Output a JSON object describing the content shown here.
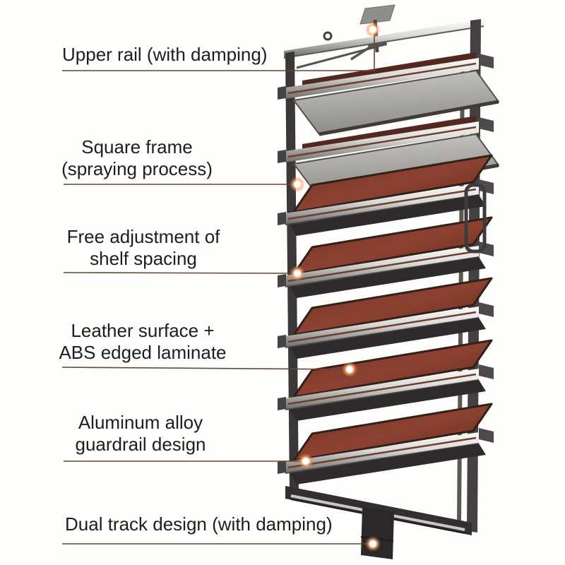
{
  "figure": {
    "type": "annotated-product-diagram",
    "subject": "rotating shoe rack with tilted shelves"
  },
  "colors": {
    "background": "#fdfdfc",
    "label_text": "#1e1e1e",
    "leader_line": "#6a4436",
    "dot_glow": "#ff9650",
    "dot_core": "#ffffff",
    "leather_shelf": "#8d4231",
    "laminate_gray": "#b9b8b3",
    "metal_bar": "#d8d6d2",
    "frame": "#3b3738"
  },
  "callouts": [
    {
      "id": "upper-rail",
      "lines": [
        "Upper rail (with damping)"
      ]
    },
    {
      "id": "square-frame",
      "lines": [
        "Square frame",
        "(spraying process)"
      ]
    },
    {
      "id": "shelf-spacing",
      "lines": [
        "Free adjustment of",
        "shelf spacing"
      ]
    },
    {
      "id": "leather-surface",
      "lines": [
        "Leather surface +",
        "ABS edged laminate"
      ]
    },
    {
      "id": "guardrail",
      "lines": [
        "Aluminum alloy",
        "guardrail design"
      ]
    },
    {
      "id": "dual-track",
      "lines": [
        "Dual track design (with damping)"
      ]
    }
  ]
}
